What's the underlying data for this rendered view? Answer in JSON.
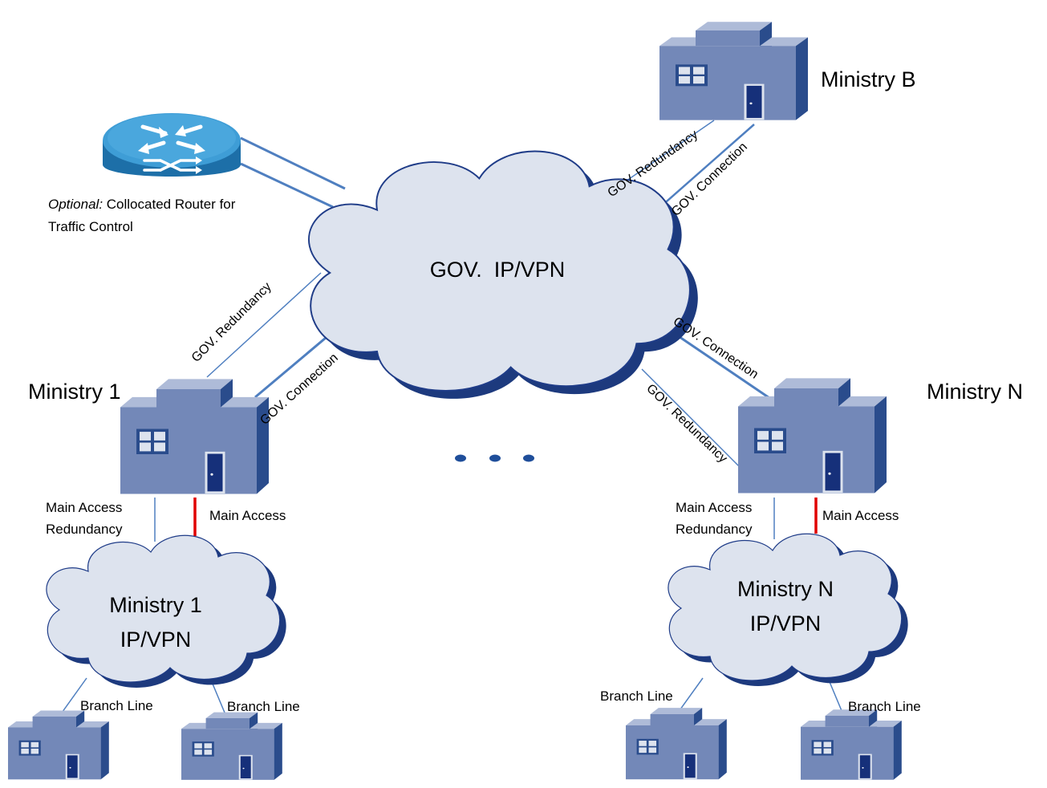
{
  "colors": {
    "cloud_fill": "#DDE3EE",
    "cloud_edge": "#1F3C88",
    "cloud_shadow": "#1D3A7E",
    "building_front": "#7388B8",
    "building_side": "#2A4C8C",
    "building_top": "#AEBBD8",
    "line_blue": "#4F7FC0",
    "main_access_red": "#E00000",
    "router_fill": "#2E8FC9"
  },
  "clouds": {
    "gov": "GOV.  IP/VPN",
    "m1_line1": "Ministry 1",
    "m1_line2": "IP/VPN",
    "mn_line1": "Ministry N",
    "mn_line2": "IP/VPN"
  },
  "ministries": {
    "b": "Ministry B",
    "one": "Ministry 1",
    "n": "Ministry N"
  },
  "router": {
    "caption_italic": "Optional:",
    "caption_rest": " Collocated Router for",
    "caption_line2": "Traffic Control"
  },
  "links": {
    "b_redundancy": "GOV. Redundancy",
    "b_connection": "GOV. Connection",
    "one_redundancy": "GOV. Redundancy",
    "one_connection": "GOV. Connection",
    "n_connection": "GOV. Connection",
    "n_redundancy": "GOV. Redundancy"
  },
  "access": {
    "m1_redundancy_line1": "Main Access",
    "m1_redundancy_line2": "Redundancy",
    "m1_main": "Main Access",
    "mn_redundancy_line1": "Main Access",
    "mn_redundancy_line2": "Redundancy",
    "mn_main": "Main Access"
  },
  "branches": {
    "m1_left": "Branch Line",
    "m1_right": "Branch Line",
    "mn_left": "Branch Line",
    "mn_right": "Branch Line"
  },
  "ellipsis_icon": "more-ministries-icon"
}
